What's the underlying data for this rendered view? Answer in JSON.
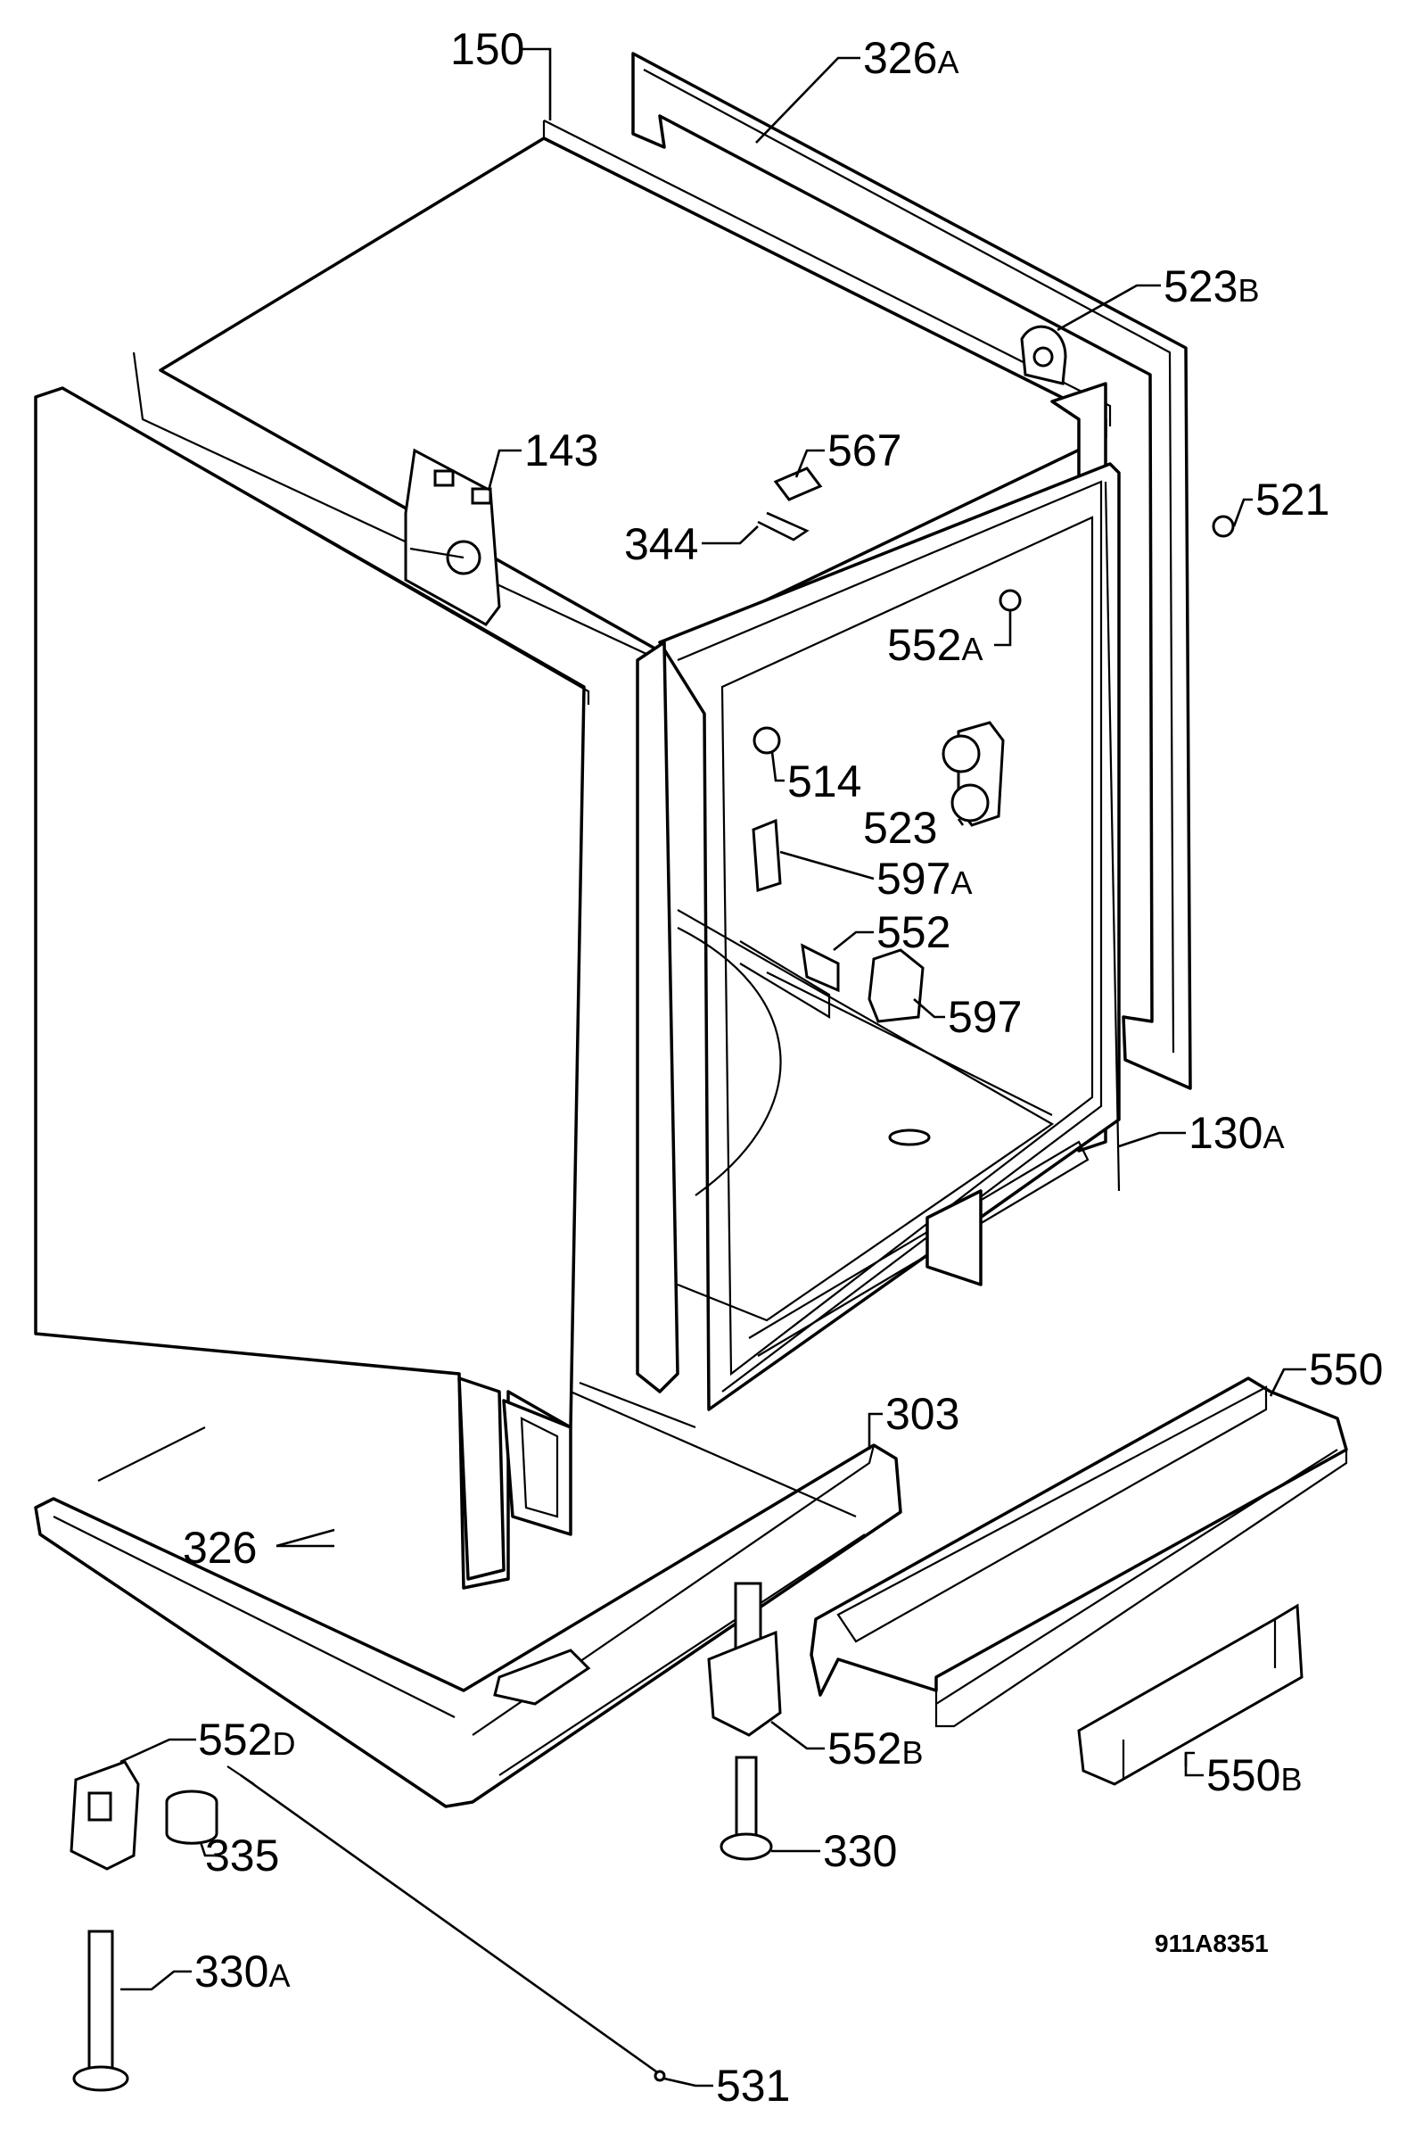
{
  "labels": {
    "l150": {
      "num": "150",
      "suffix": ""
    },
    "l326a": {
      "num": "326",
      "suffix": "A"
    },
    "l523b": {
      "num": "523",
      "suffix": "B"
    },
    "l143": {
      "num": "143",
      "suffix": ""
    },
    "l567": {
      "num": "567",
      "suffix": ""
    },
    "l521": {
      "num": "521",
      "suffix": ""
    },
    "l344": {
      "num": "344",
      "suffix": ""
    },
    "l552a": {
      "num": "552",
      "suffix": "A"
    },
    "l514": {
      "num": "514",
      "suffix": ""
    },
    "l523": {
      "num": "523",
      "suffix": ""
    },
    "l597a": {
      "num": "597",
      "suffix": "A"
    },
    "l552": {
      "num": "552",
      "suffix": ""
    },
    "l597": {
      "num": "597",
      "suffix": ""
    },
    "l130a": {
      "num": "130",
      "suffix": "A"
    },
    "l550": {
      "num": "550",
      "suffix": ""
    },
    "l303": {
      "num": "303",
      "suffix": ""
    },
    "l326": {
      "num": "326",
      "suffix": ""
    },
    "l552d": {
      "num": "552",
      "suffix": "D"
    },
    "l552b": {
      "num": "552",
      "suffix": "B"
    },
    "l550b": {
      "num": "550",
      "suffix": "B"
    },
    "l335": {
      "num": "335",
      "suffix": ""
    },
    "l330": {
      "num": "330",
      "suffix": ""
    },
    "l330a": {
      "num": "330",
      "suffix": "A"
    },
    "l531": {
      "num": "531",
      "suffix": ""
    }
  },
  "drawing_code": "911A8351"
}
